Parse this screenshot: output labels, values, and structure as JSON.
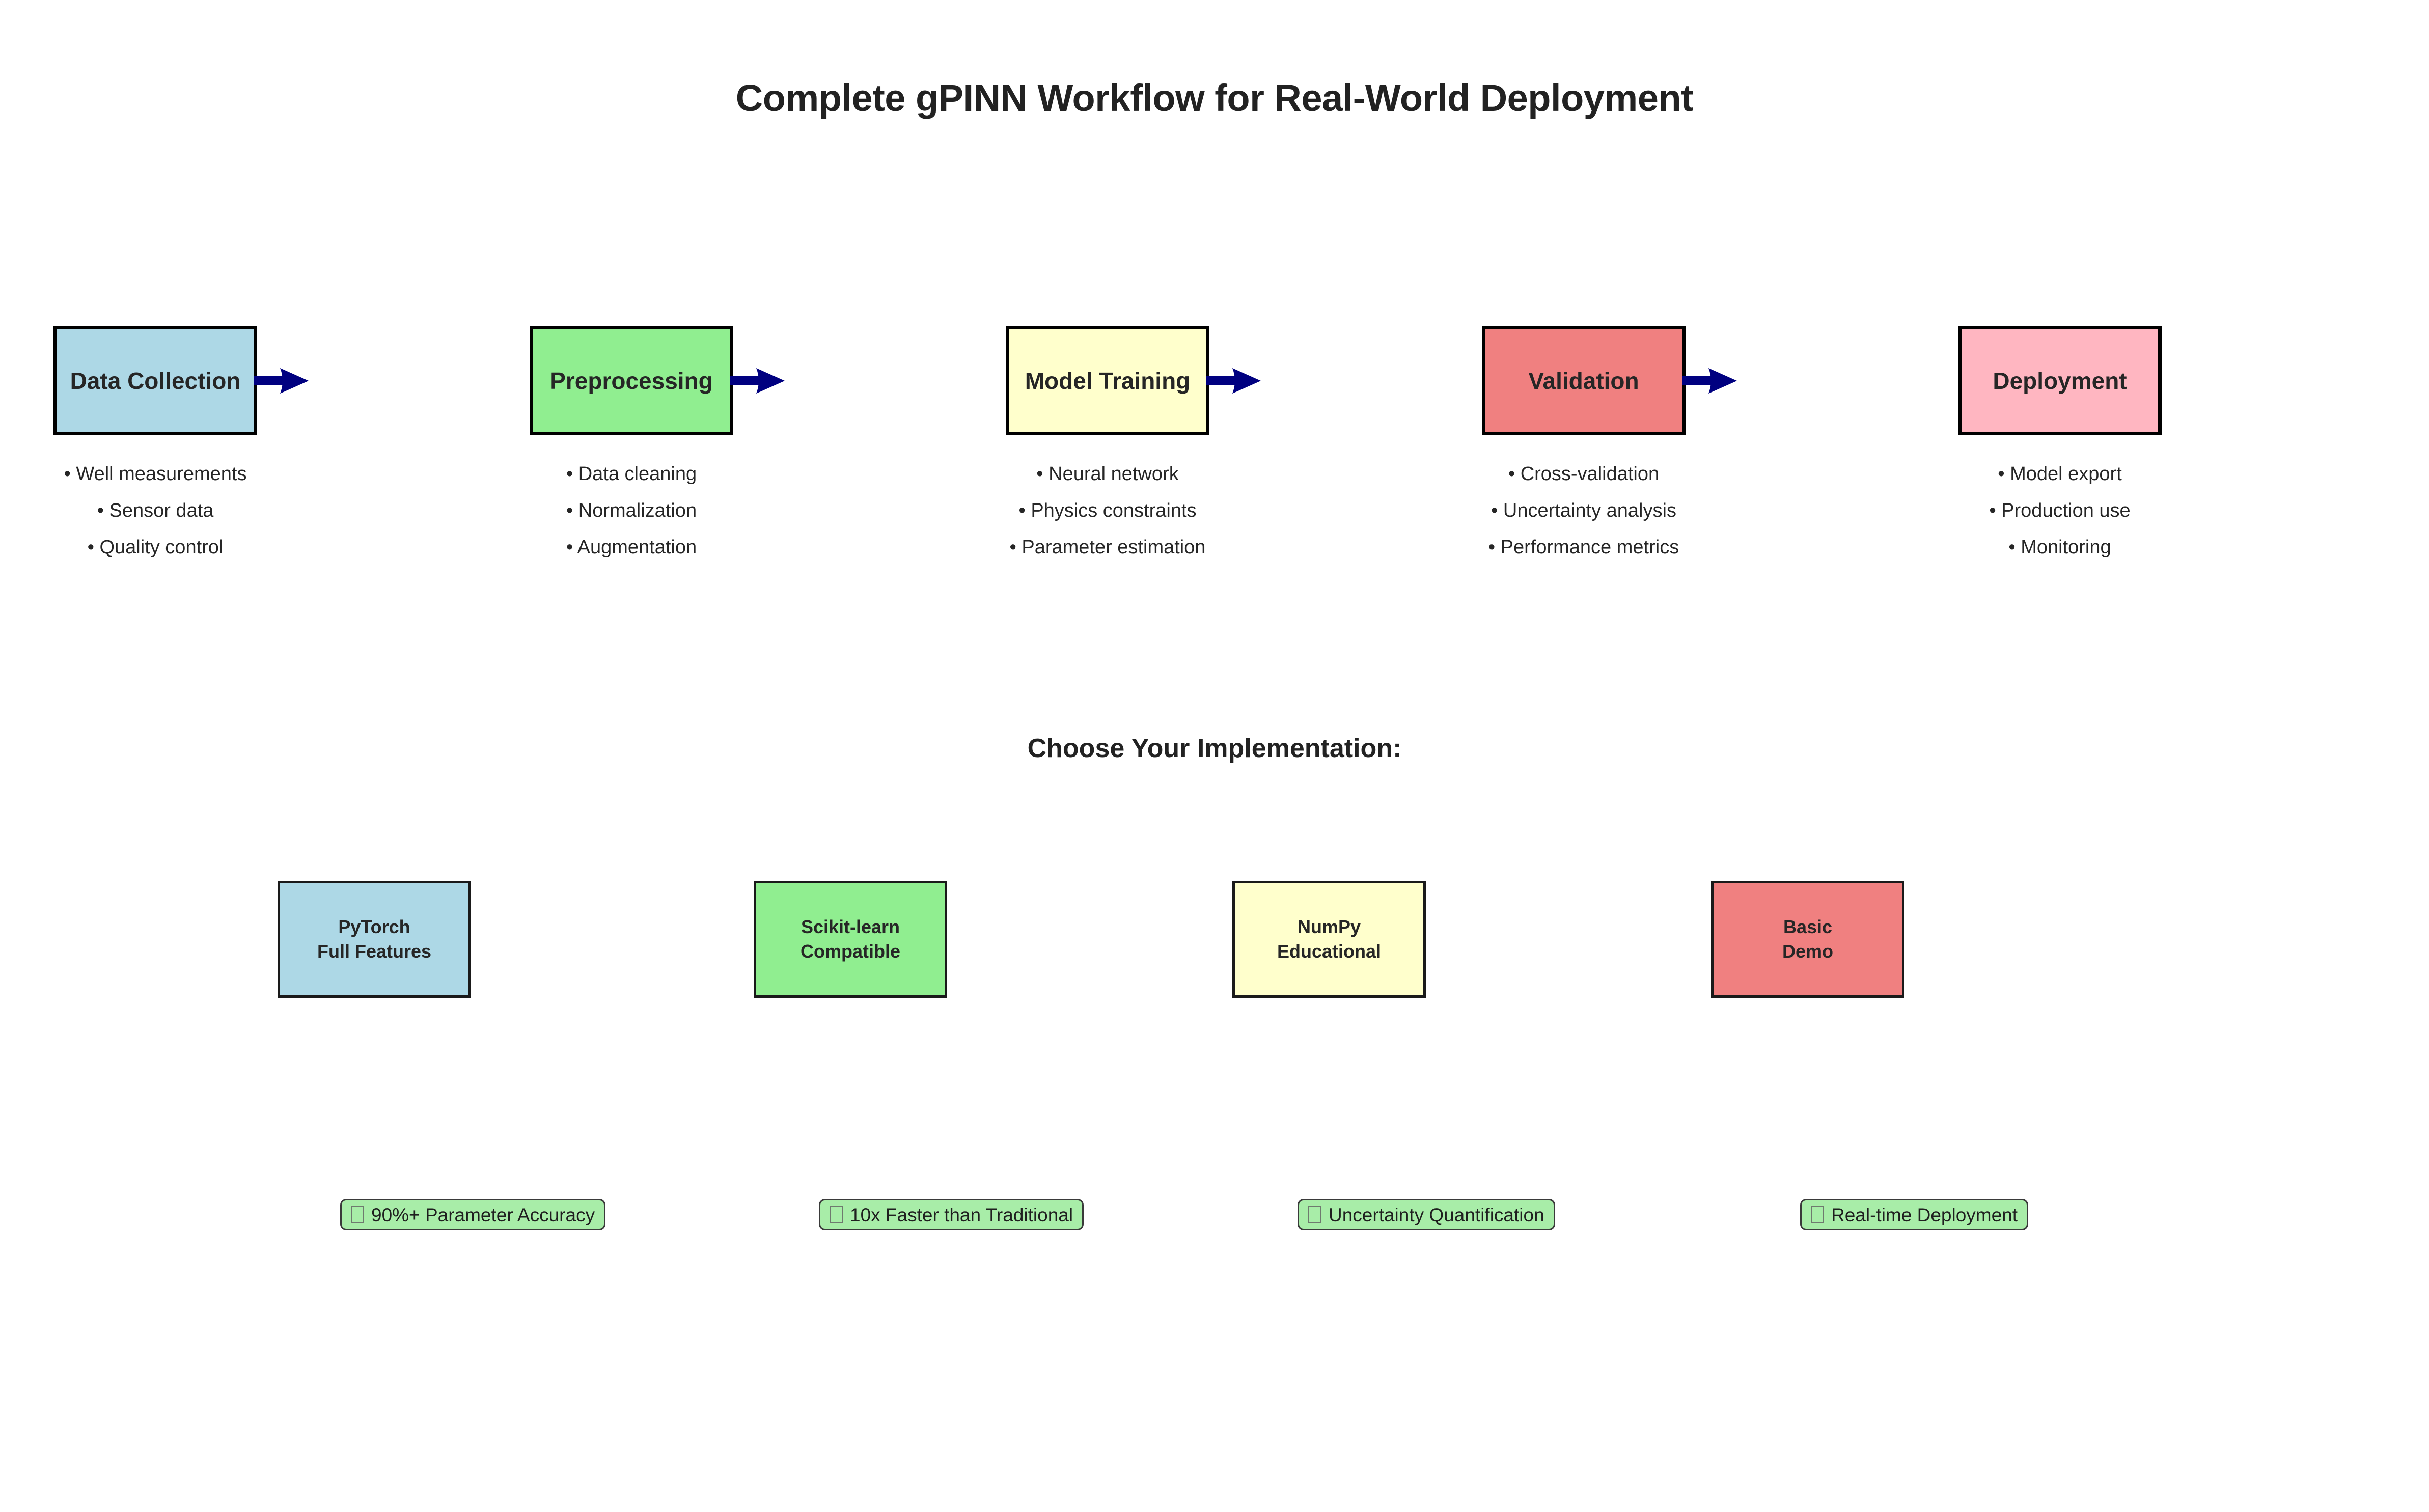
{
  "title": "Complete gPINN Workflow for Real-World Deployment",
  "colors": {
    "data_collection": "#add8e6",
    "preprocessing": "#90ee90",
    "model_training": "#ffffcc",
    "validation": "#f08080",
    "deployment": "#ffb6c1",
    "arrow": "#000080",
    "badge_fill": "#a8eda8",
    "badge_border": "#3a3a3a",
    "box_border": "#000000",
    "text": "#262626",
    "background": "#ffffff"
  },
  "workflow": {
    "stages": [
      {
        "label": "Data Collection",
        "fill": "#add8e6",
        "has_arrow": true,
        "bullets": [
          "• Well measurements",
          "• Sensor data",
          "• Quality control"
        ]
      },
      {
        "label": "Preprocessing",
        "fill": "#90ee90",
        "has_arrow": true,
        "bullets": [
          "• Data cleaning",
          "• Normalization",
          "• Augmentation"
        ]
      },
      {
        "label": "Model Training",
        "fill": "#ffffcc",
        "has_arrow": true,
        "bullets": [
          "• Neural network",
          "• Physics constraints",
          "• Parameter estimation"
        ]
      },
      {
        "label": "Validation",
        "fill": "#f08080",
        "has_arrow": true,
        "bullets": [
          "• Cross-validation",
          "• Uncertainty analysis",
          "• Performance metrics"
        ]
      },
      {
        "label": "Deployment",
        "fill": "#ffb6c1",
        "has_arrow": false,
        "bullets": [
          "• Model export",
          "• Production use",
          "• Monitoring"
        ]
      }
    ]
  },
  "implementation": {
    "heading": "Choose Your Implementation:",
    "options": [
      {
        "line1": "PyTorch",
        "line2": "Full Features",
        "fill": "#add8e6"
      },
      {
        "line1": "Scikit-learn",
        "line2": "Compatible",
        "fill": "#90ee90"
      },
      {
        "line1": "NumPy",
        "line2": "Educational",
        "fill": "#ffffcc"
      },
      {
        "line1": "Basic",
        "line2": "Demo",
        "fill": "#f08080"
      }
    ]
  },
  "benefits": [
    {
      "glyph": "check-mark-missing-glyph",
      "text": "90%+ Parameter Accuracy"
    },
    {
      "glyph": "check-mark-missing-glyph",
      "text": "10x Faster than Traditional"
    },
    {
      "glyph": "check-mark-missing-glyph",
      "text": "Uncertainty Quantification"
    },
    {
      "glyph": "check-mark-missing-glyph",
      "text": "Real-time Deployment"
    }
  ]
}
